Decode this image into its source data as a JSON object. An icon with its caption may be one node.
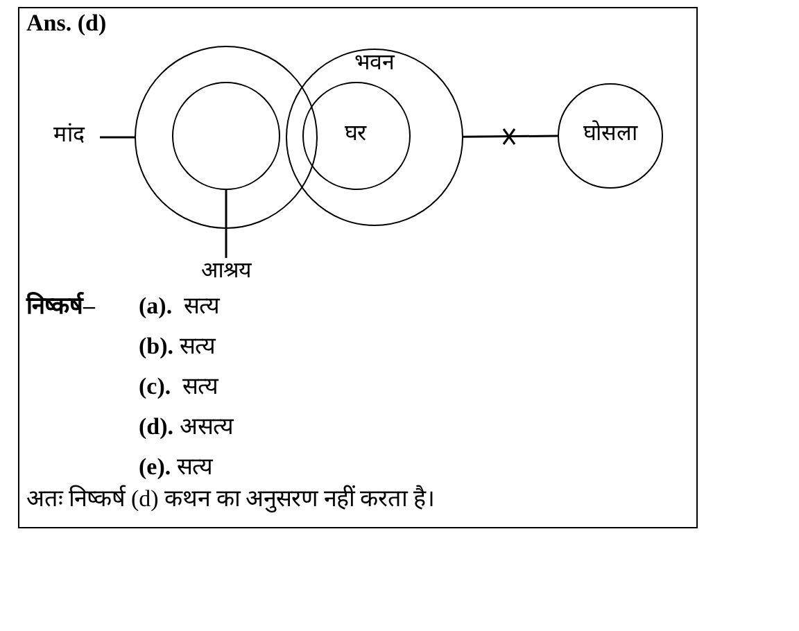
{
  "diagram": {
    "title": "Ans. (d)",
    "nodes": [
      {
        "text": [],
        "shape": "circle"
      },
      {
        "text": [],
        "shape": "circle",
        "in": 0
      },
      {
        "text": [
          "भवन"
        ]
      },
      {
        "text": [
          "घर"
        ],
        "in": 2
      },
      {
        "text": [
          "घोसला"
        ]
      },
      {
        "text": [
          "मांद"
        ]
      },
      {
        "text": [
          "आश्रय"
        ]
      }
    ],
    "edges": [
      {
        "from": 5,
        "to": 0,
        "arrow": "none"
      },
      {
        "from": 6,
        "to": 1,
        "arrow": "none"
      },
      {
        "from": 2,
        "to": 4,
        "arrow": "none"
      }
    ],
    "labels": [
      "निष्कर्ष–",
      "**(a).**  सत्य",
      "**(b).** सत्य",
      "**(c).**  सत्य",
      "**(d).** असत्य",
      "**(e).** सत्य",
      "अतः निष्कर्ष (d) कथन का अनुसरण नहीं करता है।"
    ]
  }
}
